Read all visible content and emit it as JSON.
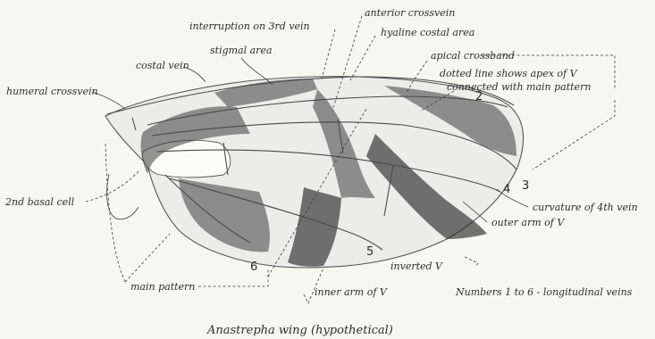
{
  "labels": {
    "interruption": "interruption on 3rd vein",
    "anterior_crossvein": "anterior crossvein",
    "hyaline_costal": "hyaline costal area",
    "stigmal": "stigmal area",
    "costal_vein": "costal vein",
    "apical_crossband": "apical crossband",
    "dotted_line": "dotted line shows apex of V",
    "connected": "connected with main pattern",
    "humeral": "humeral crossvein",
    "second_basal": "2nd basal cell",
    "curvature": "curvature of 4th vein",
    "outer_arm": "outer arm of V",
    "inverted_v": "inverted V",
    "main_pattern": "main pattern",
    "inner_arm": "inner arm of V",
    "numbers_note": "Numbers 1 to 6 - longitudinal veins"
  },
  "vein_numbers": [
    "2",
    "3",
    "4",
    "5",
    "6"
  ],
  "caption": "Anastrepha wing (hypothetical)"
}
